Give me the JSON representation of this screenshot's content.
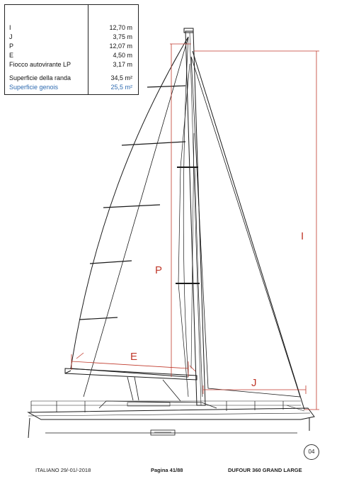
{
  "specs": [
    {
      "label": "I",
      "value": "12,70 m"
    },
    {
      "label": "J",
      "value": "3,75 m"
    },
    {
      "label": "P",
      "value": "12,07 m"
    },
    {
      "label": "E",
      "value": "4,50 m"
    },
    {
      "label": "Fiocco autovirante LP",
      "value": "3,17 m"
    },
    {
      "label": "Superficie della randa",
      "value": "34,5 m²"
    },
    {
      "label": "Superficie genois",
      "value": "25,5 m²"
    }
  ],
  "dimension_labels": {
    "I": "I",
    "J": "J",
    "P": "P",
    "E": "E"
  },
  "footer": {
    "left": "ITALIANO 29/-01/-2018",
    "page": "Pagina 41/88",
    "model": "DUFOUR 360 GRAND LARGE"
  },
  "sheet_number": "04",
  "colors": {
    "dimension": "#c0392b",
    "drawing": "#1a1a1a",
    "highlight": "#2f6bb0"
  }
}
